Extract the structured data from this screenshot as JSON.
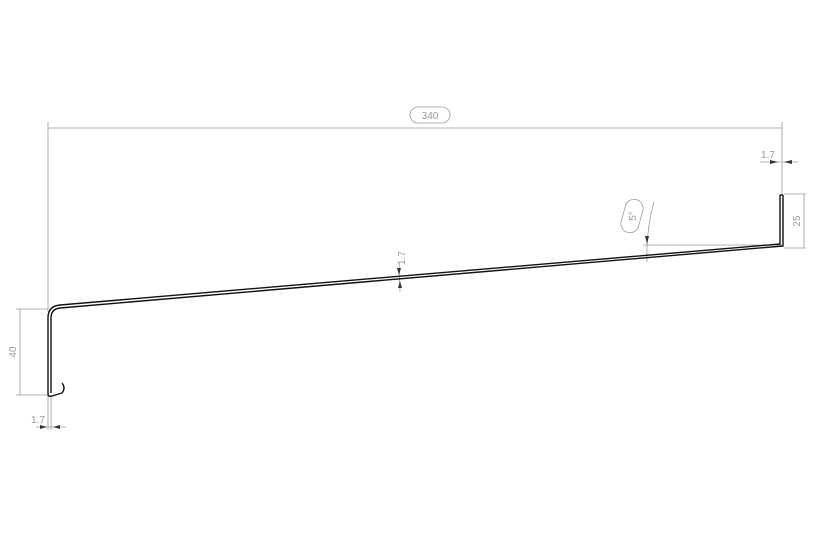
{
  "dimensions": {
    "overall_width": "340",
    "top_thickness": "1.7",
    "right_upstand": "25",
    "slope_angle": "5°",
    "middle_thickness": "1.7",
    "left_drop": "40",
    "bottom_thickness": "1.7"
  }
}
